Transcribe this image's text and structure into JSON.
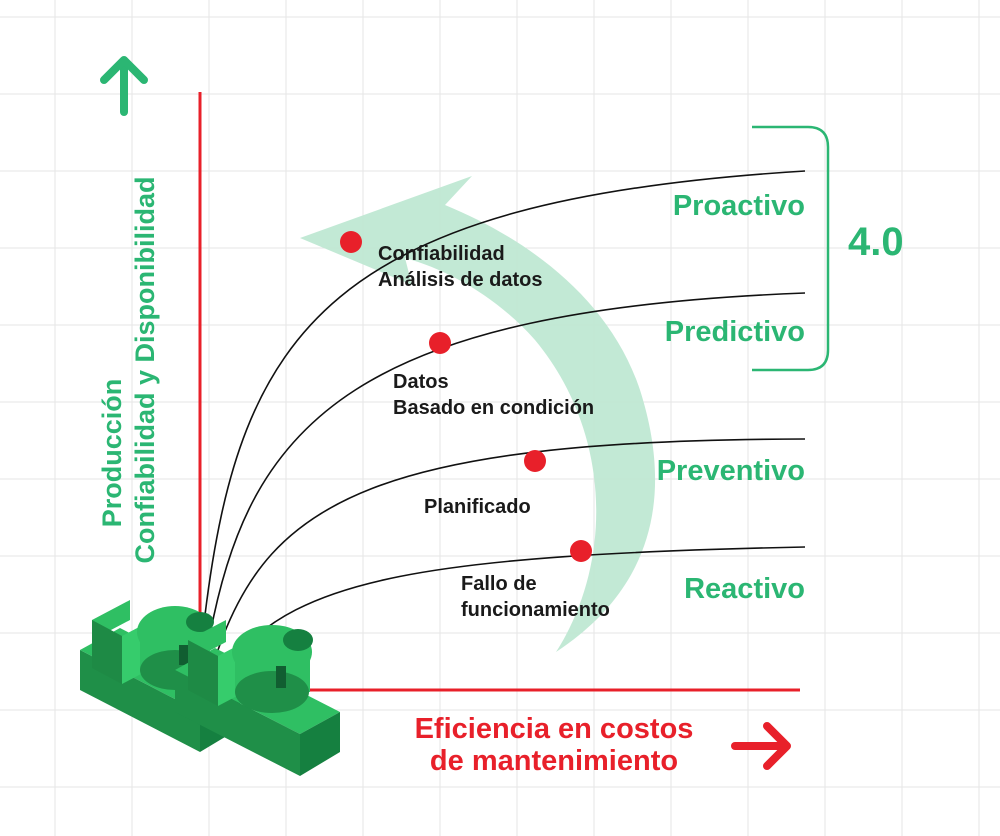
{
  "colors": {
    "green": "#2bb673",
    "arrow_green": "#bfe8d3",
    "red": "#e8202a",
    "grid": "#e4e4e4",
    "text_dark": "#1a1a1a",
    "machine_green": "#2fbf63"
  },
  "y_axis_label": {
    "line1": "Producción",
    "line2": "Confiabilidad y Disponibilidad"
  },
  "x_axis_label": {
    "line1": "Eficiencia en costos",
    "line2": "de mantenimiento"
  },
  "group_label": "4.0",
  "levels": [
    {
      "name": "Proactivo",
      "desc_line1": "Confiabilidad",
      "desc_line2": "Análisis de datos"
    },
    {
      "name": "Predictivo",
      "desc_line1": "Datos",
      "desc_line2": "Basado en condición"
    },
    {
      "name": "Preventivo",
      "desc_line1": "Planificado",
      "desc_line2": ""
    },
    {
      "name": "Reactivo",
      "desc_line1": "Fallo de",
      "desc_line2": "funcionamiento"
    }
  ],
  "icons": {
    "up_arrow": "arrow-up-icon",
    "right_arrow": "arrow-right-icon",
    "machines": "industrial-machine-icon"
  }
}
